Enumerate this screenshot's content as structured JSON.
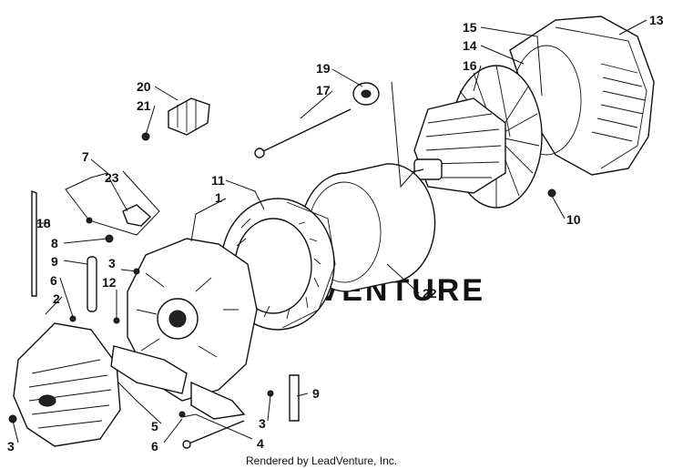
{
  "credit": "Rendered by LeadVenture, Inc.",
  "watermark": "LEADVENTURE",
  "callouts": {
    "c1": "1",
    "c2": "2",
    "c3a": "3",
    "c3b": "3",
    "c3c": "3",
    "c4": "4",
    "c5": "5",
    "c6a": "6",
    "c6b": "6",
    "c7": "7",
    "c8": "8",
    "c9a": "9",
    "c9b": "9",
    "c10": "10",
    "c11": "11",
    "c12": "12",
    "c13": "13",
    "c14": "14",
    "c15": "15",
    "c16": "16",
    "c17": "17",
    "c18": "18",
    "c19": "19",
    "c20": "20",
    "c21": "21",
    "c22": "22",
    "c23": "23"
  }
}
